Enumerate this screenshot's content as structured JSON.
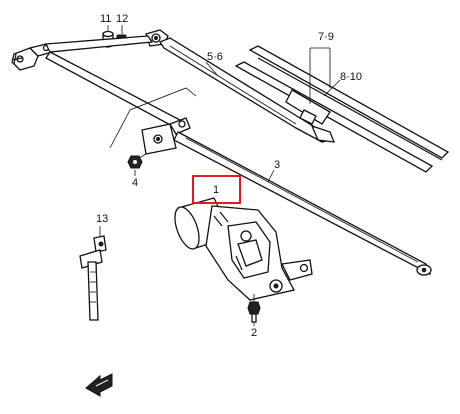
{
  "labels": {
    "p1": "1",
    "p2": "2",
    "p3": "3",
    "p4": "4",
    "p56": "5·6",
    "p79": "7·9",
    "p810": "8·10",
    "p11": "11",
    "p12": "12",
    "p13": "13"
  },
  "highlight_color": "#e21a22"
}
